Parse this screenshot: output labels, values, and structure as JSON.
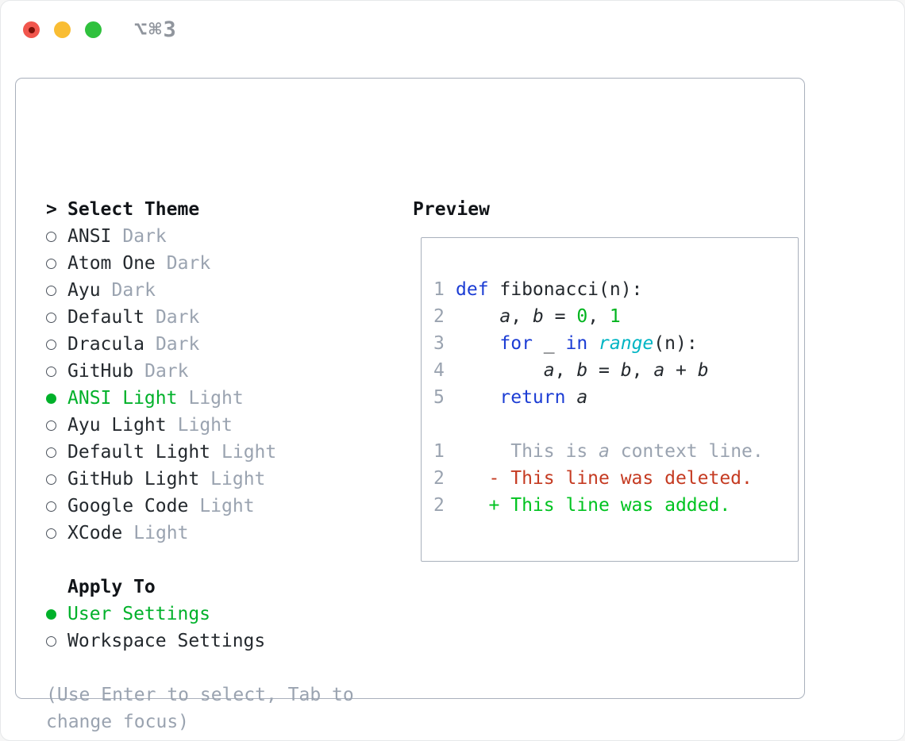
{
  "window": {
    "titlebar": {
      "shortcut": "⌥⌘3",
      "traffic_lights": [
        "close",
        "minimize",
        "zoom"
      ]
    }
  },
  "colors": {
    "selection_green": "#00b12a",
    "keyword_blue": "#1c3dd4",
    "builtin_cyan": "#00b5c4",
    "number_green": "#00b41e",
    "diff_deleted_red": "#c53b22",
    "diff_added_green": "#00c320",
    "muted_gray": "#9aa3b0",
    "border_gray": "#a9b0bc",
    "traffic_red": "#f1564d",
    "traffic_yellow": "#f9bd33",
    "traffic_green": "#2fc13d"
  },
  "theme_picker": {
    "header": {
      "marker": ">",
      "label": "Select Theme"
    },
    "themes": [
      {
        "name": "ANSI",
        "variant": "Dark",
        "selected": false
      },
      {
        "name": "Atom One",
        "variant": "Dark",
        "selected": false
      },
      {
        "name": "Ayu",
        "variant": "Dark",
        "selected": false
      },
      {
        "name": "Default",
        "variant": "Dark",
        "selected": false
      },
      {
        "name": "Dracula",
        "variant": "Dark",
        "selected": false
      },
      {
        "name": "GitHub",
        "variant": "Dark",
        "selected": false
      },
      {
        "name": "ANSI Light",
        "variant": "Light",
        "selected": true
      },
      {
        "name": "Ayu Light",
        "variant": "Light",
        "selected": false
      },
      {
        "name": "Default Light",
        "variant": "Light",
        "selected": false
      },
      {
        "name": "GitHub Light",
        "variant": "Light",
        "selected": false
      },
      {
        "name": "Google Code",
        "variant": "Light",
        "selected": false
      },
      {
        "name": "XCode",
        "variant": "Light",
        "selected": false
      }
    ],
    "apply_to": {
      "label": "Apply To",
      "options": [
        {
          "label": "User Settings",
          "selected": true
        },
        {
          "label": "Workspace Settings",
          "selected": false
        }
      ]
    },
    "help_text": "(Use Enter to select, Tab to change focus)"
  },
  "preview": {
    "label": "Preview",
    "lines": [
      {
        "gutter": "1",
        "segments": [
          [
            "def",
            "kw"
          ],
          [
            " fibonacci(n):",
            "pl"
          ]
        ]
      },
      {
        "gutter": "2",
        "segments": [
          [
            "    ",
            "pl"
          ],
          [
            "a",
            "var"
          ],
          [
            ", ",
            "pl"
          ],
          [
            "b",
            "var"
          ],
          [
            " = ",
            "pl"
          ],
          [
            "0",
            "num"
          ],
          [
            ", ",
            "pl"
          ],
          [
            "1",
            "num"
          ]
        ]
      },
      {
        "gutter": "3",
        "segments": [
          [
            "    ",
            "pl"
          ],
          [
            "for",
            "kw"
          ],
          [
            " _ ",
            "pl"
          ],
          [
            "in",
            "kw"
          ],
          [
            " ",
            "pl"
          ],
          [
            "range",
            "bi"
          ],
          [
            "(n):",
            "pl"
          ]
        ]
      },
      {
        "gutter": "4",
        "segments": [
          [
            "        ",
            "pl"
          ],
          [
            "a",
            "var"
          ],
          [
            ", ",
            "pl"
          ],
          [
            "b",
            "var"
          ],
          [
            " = ",
            "pl"
          ],
          [
            "b",
            "var"
          ],
          [
            ", ",
            "pl"
          ],
          [
            "a",
            "var"
          ],
          [
            " + ",
            "pl"
          ],
          [
            "b",
            "var"
          ]
        ]
      },
      {
        "gutter": "5",
        "segments": [
          [
            "    ",
            "pl"
          ],
          [
            "return",
            "kw"
          ],
          [
            " ",
            "pl"
          ],
          [
            "a",
            "var"
          ]
        ]
      },
      {
        "gutter": "",
        "segments": []
      },
      {
        "gutter": "1",
        "segments": [
          [
            "     This is ",
            "ctx"
          ],
          [
            "a",
            "ctxvar"
          ],
          [
            " context line.",
            "ctx"
          ]
        ]
      },
      {
        "gutter": "2",
        "segments": [
          [
            "   - This line was deleted.",
            "del"
          ]
        ]
      },
      {
        "gutter": "2",
        "segments": [
          [
            "   + This line was added.",
            "add"
          ]
        ]
      }
    ]
  }
}
